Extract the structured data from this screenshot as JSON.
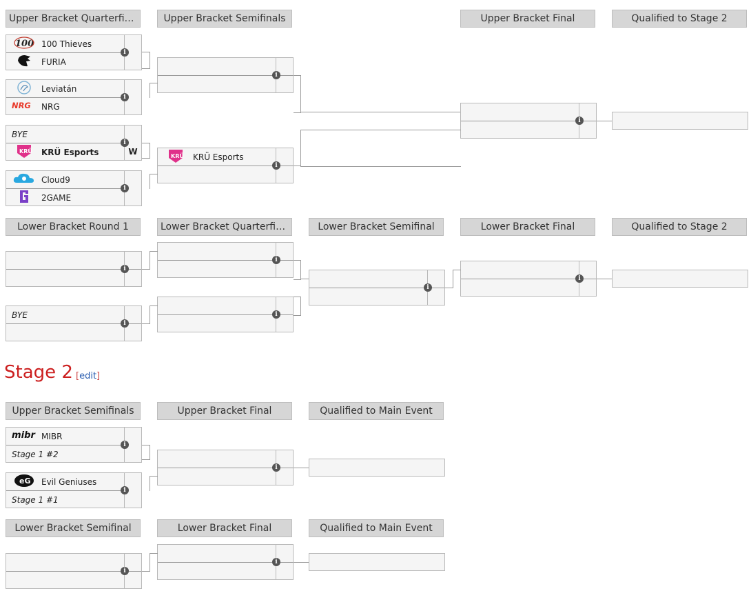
{
  "stage1": {
    "upper_headers": [
      "Upper Bracket Quarterfin...",
      "Upper Bracket Semifinals",
      "Upper Bracket Final",
      "Qualified to Stage 2"
    ],
    "lower_headers": [
      "Lower Bracket Round 1",
      "Lower Bracket Quarterfinals",
      "Lower Bracket Semifinal",
      "Lower Bracket Final",
      "Qualified to Stage 2"
    ],
    "quarterfinals": [
      {
        "team1": "100 Thieves",
        "team2": "FURIA"
      },
      {
        "team1": "Leviatán",
        "team2": "NRG"
      },
      {
        "team1": "BYE",
        "team2": "KRÜ Esports",
        "score2": "W"
      },
      {
        "team1": "Cloud9",
        "team2": "2GAME"
      }
    ],
    "semifinal2_team1": "KRÜ Esports",
    "lower_bye": "BYE"
  },
  "stage2": {
    "title": "Stage 2",
    "edit_label": "edit",
    "upper_headers": [
      "Upper Bracket Semifinals",
      "Upper Bracket Final",
      "Qualified to Main Event"
    ],
    "lower_headers": [
      "Lower Bracket Semifinal",
      "Lower Bracket Final",
      "Qualified to Main Event"
    ],
    "semis": [
      {
        "team1": "MIBR",
        "team2": "Stage 1 #2"
      },
      {
        "team1": "Evil Geniuses",
        "team2": "Stage 1 #1"
      }
    ]
  },
  "icons": {
    "info": "i"
  },
  "colors": {
    "stage_title": "#cc1f1f",
    "edit_link": "#2a5db0",
    "kru": "#e0318a",
    "cloud9": "#29a8e0",
    "twogame": "#7a3fc7",
    "nrg": "#e8392a"
  }
}
